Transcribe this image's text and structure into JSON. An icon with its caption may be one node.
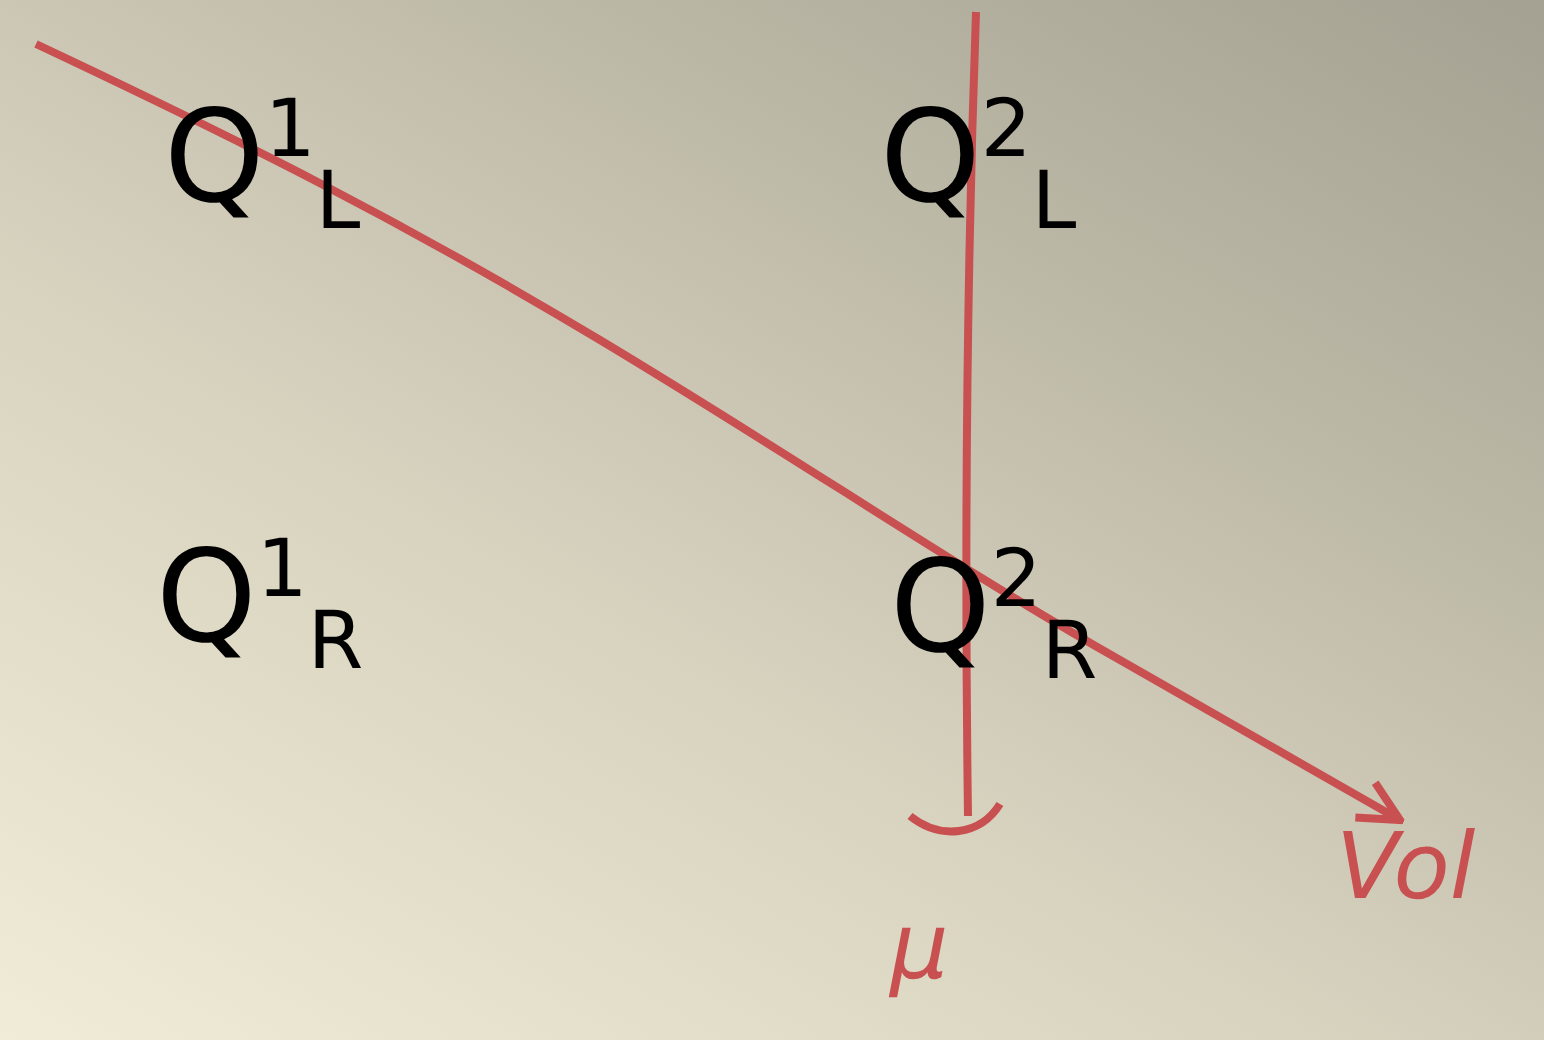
{
  "diagram": {
    "labels": [
      "Q$^{1}$$_{L}$",
      "Q$^{2}$$_{L}$",
      "Q$^{1}$$_{R}$",
      "Q$^{2}$$_{R}$",
      "μ",
      "Vol"
    ]
  }
}
